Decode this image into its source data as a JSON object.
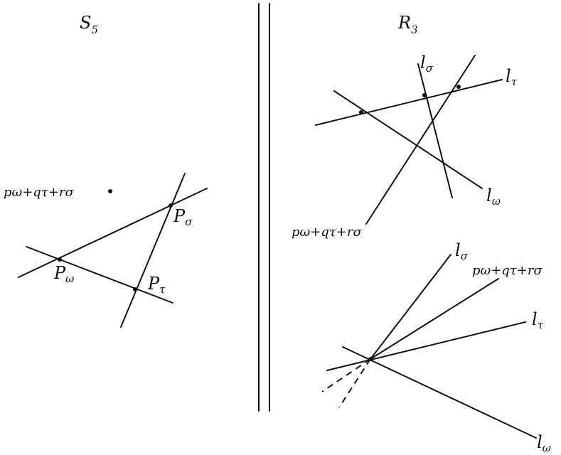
{
  "left_panel": {
    "title": "S",
    "title_sub": "5",
    "combination": "pω+qτ+rσ",
    "points": [
      {
        "base": "P",
        "sub": "σ"
      },
      {
        "base": "P",
        "sub": "ω"
      },
      {
        "base": "P",
        "sub": "τ"
      }
    ]
  },
  "right_panel": {
    "title": "R",
    "title_sub": "3",
    "upper": {
      "lines": [
        {
          "base": "l",
          "sub": "σ"
        },
        {
          "base": "l",
          "sub": "τ"
        },
        {
          "base": "l",
          "sub": "ω"
        }
      ],
      "combination": "pω+qτ+rσ"
    },
    "lower": {
      "lines": [
        {
          "base": "l",
          "sub": "σ"
        },
        {
          "base": "l",
          "sub": "τ"
        },
        {
          "base": "l",
          "sub": "ω"
        }
      ],
      "combination": "pω+qτ+rσ"
    }
  }
}
